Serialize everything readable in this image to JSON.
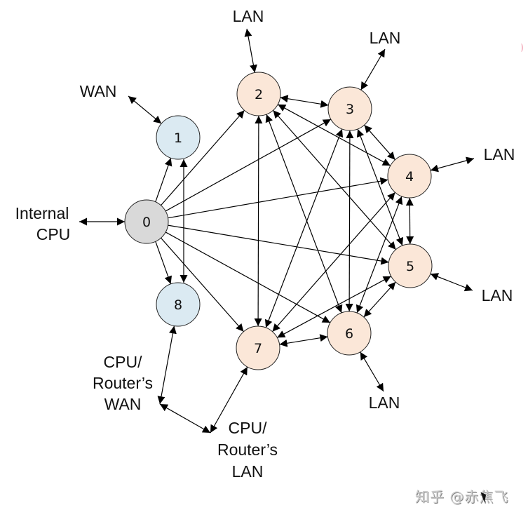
{
  "diagram": {
    "type": "network switch port topology",
    "nodes": [
      {
        "id": "0",
        "label": "0",
        "role": "cpu-port",
        "color": "#d9d9d9"
      },
      {
        "id": "1",
        "label": "1",
        "role": "wan-port",
        "color": "#dbeaf2"
      },
      {
        "id": "2",
        "label": "2",
        "role": "lan-port",
        "color": "#fbe7d8"
      },
      {
        "id": "3",
        "label": "3",
        "role": "lan-port",
        "color": "#fbe7d8"
      },
      {
        "id": "4",
        "label": "4",
        "role": "lan-port",
        "color": "#fbe7d8"
      },
      {
        "id": "5",
        "label": "5",
        "role": "lan-port",
        "color": "#fbe7d8"
      },
      {
        "id": "6",
        "label": "6",
        "role": "lan-port",
        "color": "#fbe7d8"
      },
      {
        "id": "7",
        "label": "7",
        "role": "lan-port",
        "color": "#fbe7d8"
      },
      {
        "id": "8",
        "label": "8",
        "role": "wan-port",
        "color": "#dbeaf2"
      }
    ],
    "external_labels": {
      "wan": "WAN",
      "internal_cpu": [
        "Internal",
        "CPU"
      ],
      "lan2": "LAN",
      "lan3": "LAN",
      "lan4": "LAN",
      "lan5": "LAN",
      "lan6": "LAN",
      "router_wan": [
        "CPU/",
        "Router’s",
        "WAN"
      ],
      "router_lan": [
        "CPU/",
        "Router’s",
        "LAN"
      ]
    },
    "edges_one_way": [
      [
        "0",
        "1"
      ],
      [
        "0",
        "2"
      ],
      [
        "0",
        "3"
      ],
      [
        "0",
        "4"
      ],
      [
        "0",
        "5"
      ],
      [
        "0",
        "6"
      ],
      [
        "0",
        "7"
      ],
      [
        "0",
        "8"
      ]
    ],
    "edges_two_way": [
      [
        "1",
        "8"
      ],
      [
        "2",
        "3"
      ],
      [
        "2",
        "4"
      ],
      [
        "2",
        "5"
      ],
      [
        "2",
        "6"
      ],
      [
        "2",
        "7"
      ],
      [
        "3",
        "4"
      ],
      [
        "3",
        "5"
      ],
      [
        "3",
        "6"
      ],
      [
        "3",
        "7"
      ],
      [
        "4",
        "5"
      ],
      [
        "4",
        "6"
      ],
      [
        "4",
        "7"
      ],
      [
        "5",
        "6"
      ],
      [
        "5",
        "7"
      ],
      [
        "6",
        "7"
      ]
    ],
    "external_edges": [
      [
        "wan",
        "1"
      ],
      [
        "internal_cpu",
        "0"
      ],
      [
        "lan2",
        "2"
      ],
      [
        "lan3",
        "3"
      ],
      [
        "lan4",
        "4"
      ],
      [
        "lan5",
        "5"
      ],
      [
        "lan6",
        "6"
      ],
      [
        "router_wan",
        "8"
      ],
      [
        "router_lan",
        "7"
      ],
      [
        "router_wan",
        "router_lan"
      ]
    ],
    "line_color": "#000000"
  },
  "watermark": {
    "text": "知乎 @赤焦飞"
  }
}
